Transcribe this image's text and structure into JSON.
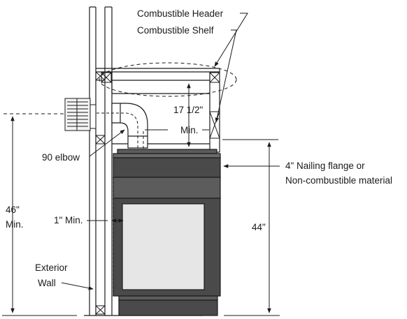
{
  "labels": {
    "combustible_header": "Combustible Header",
    "combustible_shelf": "Combustible Shelf",
    "clearance_value": "17 1/2\"",
    "clearance_min": "Min.",
    "elbow": "90 elbow",
    "nailing_line1": "4\" Nailing flange or",
    "nailing_line2": "Non-combustible material",
    "side_clearance": "1\" Min.",
    "height_46": "46\"",
    "height_46_min": "Min.",
    "height_44": "44\"",
    "exterior_line1": "Exterior",
    "exterior_line2": "Wall"
  },
  "colors": {
    "line": "#1a1a1a",
    "fireplace_dark": "#4a4a4a",
    "fireplace_mid": "#5c5c5c",
    "glass": "#e6e6e6",
    "vent": "#f4f4f4"
  }
}
